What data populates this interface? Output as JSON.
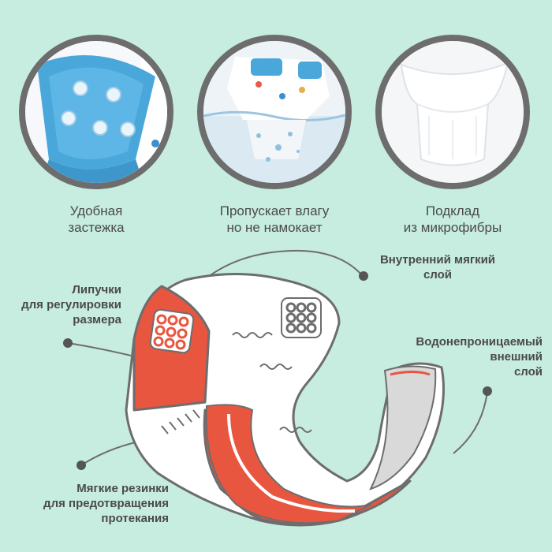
{
  "features": [
    {
      "icon": "snap-closure-photo",
      "line1": "Удобная",
      "line2": "застежка"
    },
    {
      "icon": "water-splash-photo",
      "line1": "Пропускает влагу",
      "line2": "но не намокает"
    },
    {
      "icon": "microfiber-insert-photo",
      "line1": "Подклад",
      "line2": "из микрофибры"
    }
  ],
  "callouts": {
    "inner_layer": [
      "Внутренний мягкий",
      "слой"
    ],
    "velcro": [
      "Липучки",
      "для регулировки",
      "размера"
    ],
    "waterproof": [
      "Водонепроницаемый",
      "внешний",
      "слой"
    ],
    "elastics": [
      "Мягкие резинки",
      "для предотвращения",
      "протекания"
    ]
  },
  "colors": {
    "background": "#c7ece0",
    "accent": "#e8563f",
    "outline": "#6d6d6d",
    "text": "#4a4a4a"
  }
}
